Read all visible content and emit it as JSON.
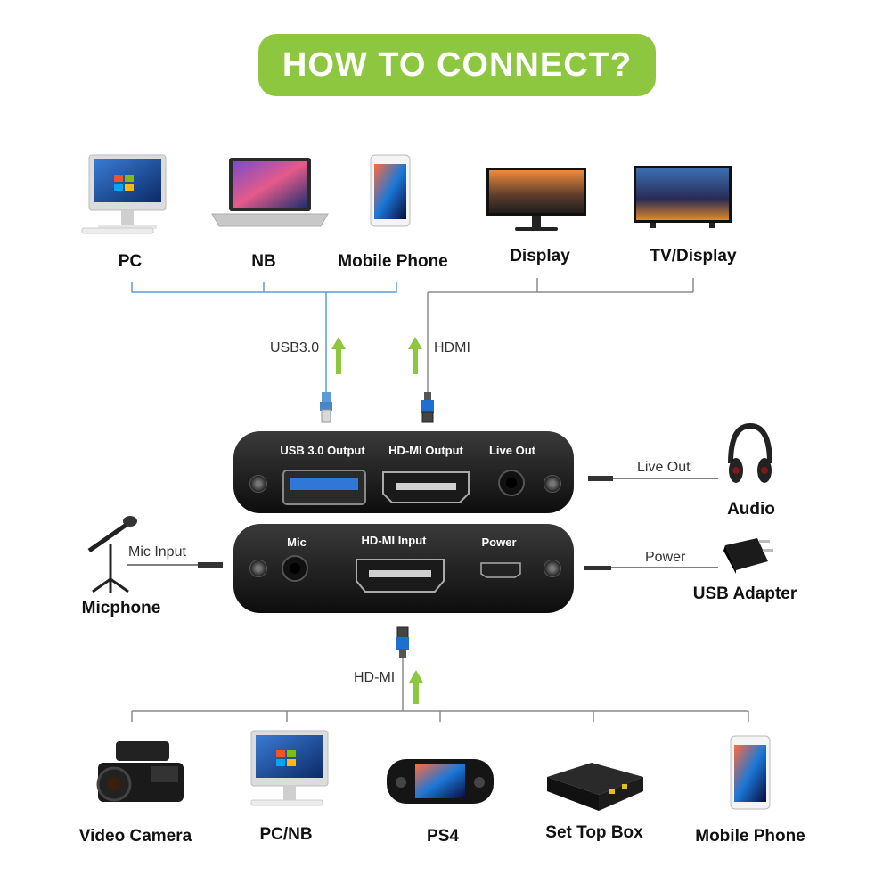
{
  "title": "HOW TO CONNECT?",
  "top_left_devices": [
    "PC",
    "NB",
    "Mobile Phone"
  ],
  "top_right_devices": [
    "Display",
    "TV/Display"
  ],
  "cables": {
    "usb": "USB3.0",
    "hdmi_out": "HDMI",
    "hdmi_in": "HD-MI"
  },
  "top_panel_ports": {
    "usb": "USB 3.0 Output",
    "hdmi": "HD-MI Output",
    "live": "Live Out"
  },
  "bottom_panel_ports": {
    "mic": "Mic",
    "hdmi": "HD-MI  Input",
    "power": "Power"
  },
  "side_connections": {
    "mic_input": "Mic Input",
    "microphone": "Micphone",
    "live_out": "Live Out",
    "audio": "Audio",
    "power": "Power",
    "usb_adapter": "USB Adapter"
  },
  "bottom_devices": [
    "Video Camera",
    "PC/NB",
    "PS4",
    "Set Top Box",
    "Mobile Phone"
  ],
  "colors": {
    "title_bg": "#8dc63f",
    "usb_line": "#5b9bd5",
    "hdmi_line": "#8a8a8a",
    "arrow": "#8dc63f",
    "device_body": "#1a1a1a"
  }
}
